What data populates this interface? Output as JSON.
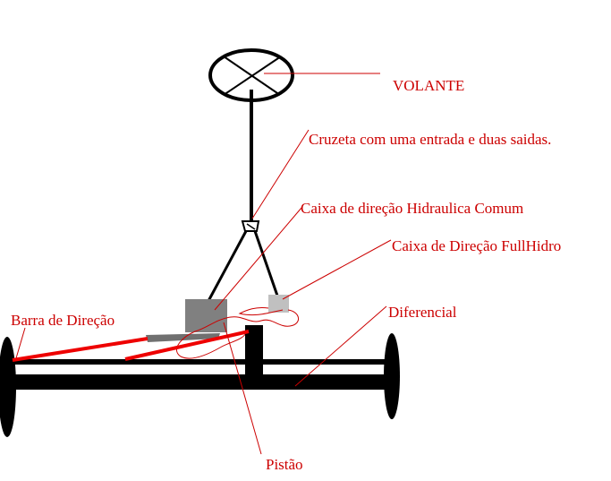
{
  "labels": {
    "volante": "VOLANTE",
    "cruzeta": "Cruzeta com uma entrada e duas saidas.",
    "caixa_comum": "Caixa de direção Hidraulica Comum",
    "caixa_fullhidro": "Caixa de Direção FullHidro",
    "diferencial": "Diferencial",
    "barra": "Barra de Direção",
    "pistao": "Pistão"
  },
  "colors": {
    "line": "#000000",
    "leader": "#cc0000",
    "barra": "#ee0000",
    "caixa_comum": "#808080",
    "caixa_fullhidro": "#c0c0c0"
  }
}
